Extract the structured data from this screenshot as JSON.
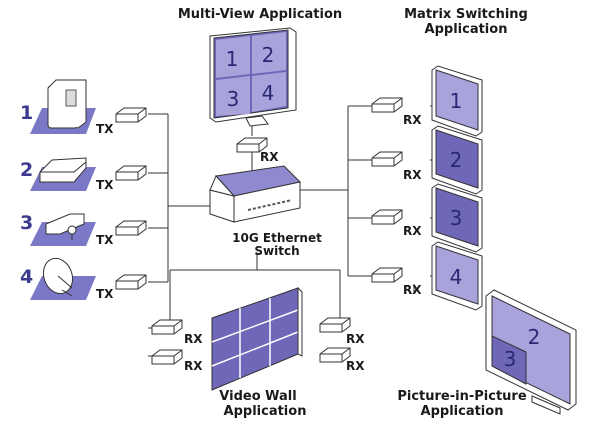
{
  "titles": {
    "multiview_1": "Multi-View Application",
    "matrix_1": "Matrix Switching",
    "matrix_2": "Application",
    "switch_1": "10G Ethernet",
    "switch_2": "Switch",
    "wall_1": "Video Wall",
    "wall_2": "Application",
    "pip_1": "Picture-in-Picture",
    "pip_2": "Application"
  },
  "sources": [
    {
      "num": "1",
      "tx": "TX",
      "icon": "computer-icon"
    },
    {
      "num": "2",
      "tx": "TX",
      "icon": "video-player-icon"
    },
    {
      "num": "3",
      "tx": "TX",
      "icon": "camera-icon"
    },
    {
      "num": "4",
      "tx": "TX",
      "icon": "satellite-dish-icon"
    }
  ],
  "multiview": {
    "rx": "RX",
    "quads": [
      "1",
      "2",
      "3",
      "4"
    ]
  },
  "matrix": [
    {
      "num": "1",
      "rx": "RX"
    },
    {
      "num": "2",
      "rx": "RX"
    },
    {
      "num": "3",
      "rx": "RX"
    },
    {
      "num": "4",
      "rx": "RX"
    }
  ],
  "wall": {
    "rx_labels": [
      "RX",
      "RX",
      "RX",
      "RX"
    ]
  },
  "pip": {
    "main": "2",
    "inset": "3"
  },
  "colors": {
    "screen_light": "#a9a3dc",
    "screen_dark": "#6f67b8",
    "platform": "#7b78c8",
    "number": "#3b3a8e"
  }
}
